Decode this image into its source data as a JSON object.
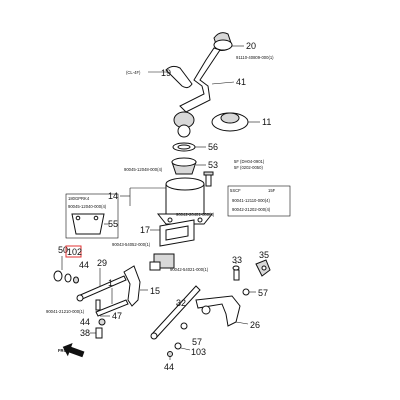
{
  "diagram": {
    "front_label": "FRONT",
    "highlight_color": "#e03030",
    "callouts": [
      {
        "id": "c20",
        "text": "20"
      },
      {
        "id": "c19",
        "text": "19"
      },
      {
        "id": "c41",
        "text": "41"
      },
      {
        "id": "c11",
        "text": "11"
      },
      {
        "id": "c56",
        "text": "56"
      },
      {
        "id": "c53",
        "text": "53"
      },
      {
        "id": "c14",
        "text": "14"
      },
      {
        "id": "c55",
        "text": "55"
      },
      {
        "id": "c17",
        "text": "17"
      },
      {
        "id": "c50",
        "text": "50"
      },
      {
        "id": "c102",
        "text": "102"
      },
      {
        "id": "c44a",
        "text": "44"
      },
      {
        "id": "c29",
        "text": "29"
      },
      {
        "id": "c15",
        "text": "15"
      },
      {
        "id": "c1",
        "text": "1"
      },
      {
        "id": "c47",
        "text": "47"
      },
      {
        "id": "c44b",
        "text": "44"
      },
      {
        "id": "c38",
        "text": "38"
      },
      {
        "id": "c32",
        "text": "32"
      },
      {
        "id": "c57a",
        "text": "57"
      },
      {
        "id": "c103",
        "text": "103"
      },
      {
        "id": "c44c",
        "text": "44"
      },
      {
        "id": "c33",
        "text": "33"
      },
      {
        "id": "c35",
        "text": "35"
      },
      {
        "id": "c57b",
        "text": "57"
      },
      {
        "id": "c26",
        "text": "26"
      }
    ],
    "codes": [
      {
        "id": "k1",
        "text": "91110-40809-000(1)"
      },
      {
        "id": "k2",
        "text": "(CL-4F)"
      },
      {
        "id": "k3",
        "text": "5F (DH04-0901)"
      },
      {
        "id": "k4",
        "text": "5F (0202-0050)"
      },
      {
        "id": "k5",
        "text": "90045-12048-000(4)"
      },
      {
        "id": "k6",
        "text": "90042-20401-000(4)"
      },
      {
        "id": "k7",
        "text": "180GPRK4"
      },
      {
        "id": "k8",
        "text": "90045-12040-000(4)"
      },
      {
        "id": "k9",
        "text": "5SCF"
      },
      {
        "id": "k10",
        "text": "15F"
      },
      {
        "id": "k11",
        "text": "90041-12110-000(4)"
      },
      {
        "id": "k12",
        "text": "90042-21202-000(4)"
      },
      {
        "id": "k13",
        "text": "90043-54052-000(1)"
      },
      {
        "id": "k14",
        "text": "90042-54021-000(1)"
      },
      {
        "id": "k15",
        "text": "90041-21210-000(1)"
      }
    ]
  }
}
